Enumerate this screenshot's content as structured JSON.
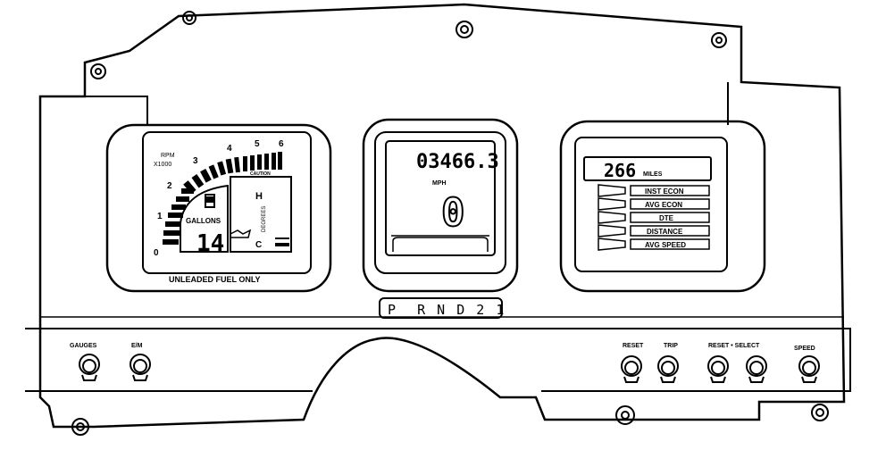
{
  "tach": {
    "rpm_label_line1": "RPM",
    "rpm_label_line2": "X1000",
    "scale": [
      "0",
      "1",
      "2",
      "3",
      "4",
      "5",
      "6"
    ],
    "caution": "CAUTION"
  },
  "fuel": {
    "gallons_label": "GALLONS",
    "gallons_value": "14",
    "unleaded_label": "UNLEADED FUEL ONLY"
  },
  "gauges_right": {
    "h_label": "H",
    "c_label": "C",
    "degrees_label": "DEGREES"
  },
  "speedo": {
    "odometer": "03466.3",
    "mph_label": "MPH",
    "speed_value": "0"
  },
  "trip": {
    "display_value": "266",
    "display_unit": "MILES",
    "modes": [
      "INST ECON",
      "AVG ECON",
      "DTE",
      "DISTANCE",
      "AVG SPEED"
    ]
  },
  "prndl": "P  R N D 2 1",
  "controls": {
    "gauges": "GAUGES",
    "em": "E/M",
    "reset": "RESET",
    "trip": "TRIP",
    "reset_select": "RESET • SELECT",
    "speed": "SPEED"
  }
}
